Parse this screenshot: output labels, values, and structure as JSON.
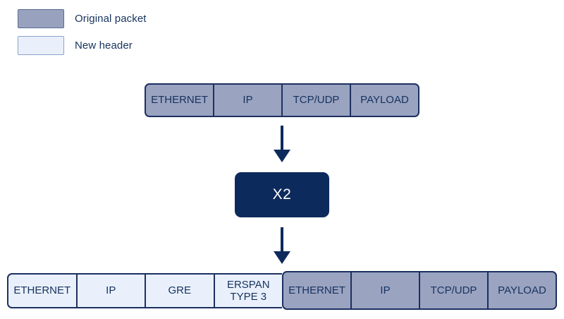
{
  "legend": {
    "items": [
      {
        "label": "Original packet",
        "swatch": "original-packet-color"
      },
      {
        "label": "New header",
        "swatch": "new-header-color"
      }
    ]
  },
  "colors": {
    "original_packet_fill": "#9aa3c0",
    "new_header_fill": "#e9f0fc",
    "border_navy": "#1c3060",
    "accent_navy": "#0d2a5c",
    "text_navy": "#16325f",
    "background": "#ffffff"
  },
  "top_packet": {
    "segments": [
      "ETHERNET",
      "IP",
      "TCP/UDP",
      "PAYLOAD"
    ]
  },
  "node": {
    "label": "X2"
  },
  "bottom_packet": {
    "new_header_segments": [
      "ETHERNET",
      "IP",
      "GRE",
      "ERSPAN TYPE 3"
    ],
    "original_segments": [
      "ETHERNET",
      "IP",
      "TCP/UDP",
      "PAYLOAD"
    ]
  }
}
